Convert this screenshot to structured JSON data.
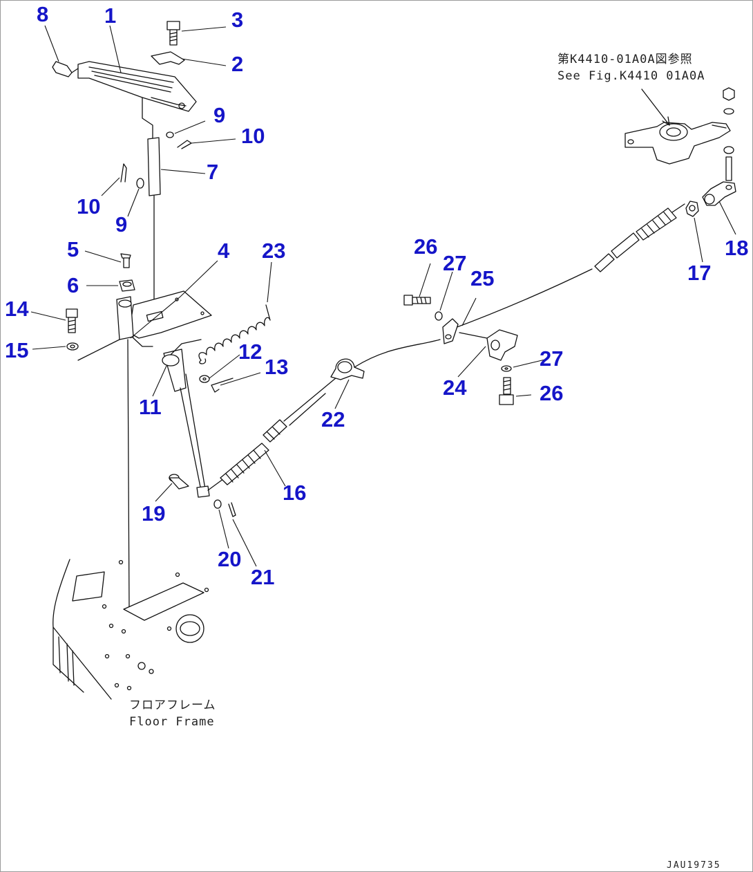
{
  "callouts": {
    "n1": "1",
    "n2": "2",
    "n3": "3",
    "n4": "4",
    "n5": "5",
    "n6": "6",
    "n7": "7",
    "n8": "8",
    "n9a": "9",
    "n9b": "9",
    "n10a": "10",
    "n10b": "10",
    "n11": "11",
    "n12": "12",
    "n13": "13",
    "n14": "14",
    "n15": "15",
    "n16": "16",
    "n17": "17",
    "n18": "18",
    "n19": "19",
    "n20": "20",
    "n21": "21",
    "n22": "22",
    "n23": "23",
    "n24": "24",
    "n25": "25",
    "n26a": "26",
    "n26b": "26",
    "n27a": "27",
    "n27b": "27"
  },
  "reference_note": {
    "line_jp": "第K4410-01A0A図参照",
    "line_en": "See Fig.K4410 01A0A"
  },
  "floor_frame_label": {
    "jp": "フロアフレーム",
    "en": "Floor Frame"
  },
  "drawing_code": "JAU19735",
  "colors": {
    "callout": "#1515c8",
    "linework": "#111111",
    "background": "#ffffff"
  }
}
